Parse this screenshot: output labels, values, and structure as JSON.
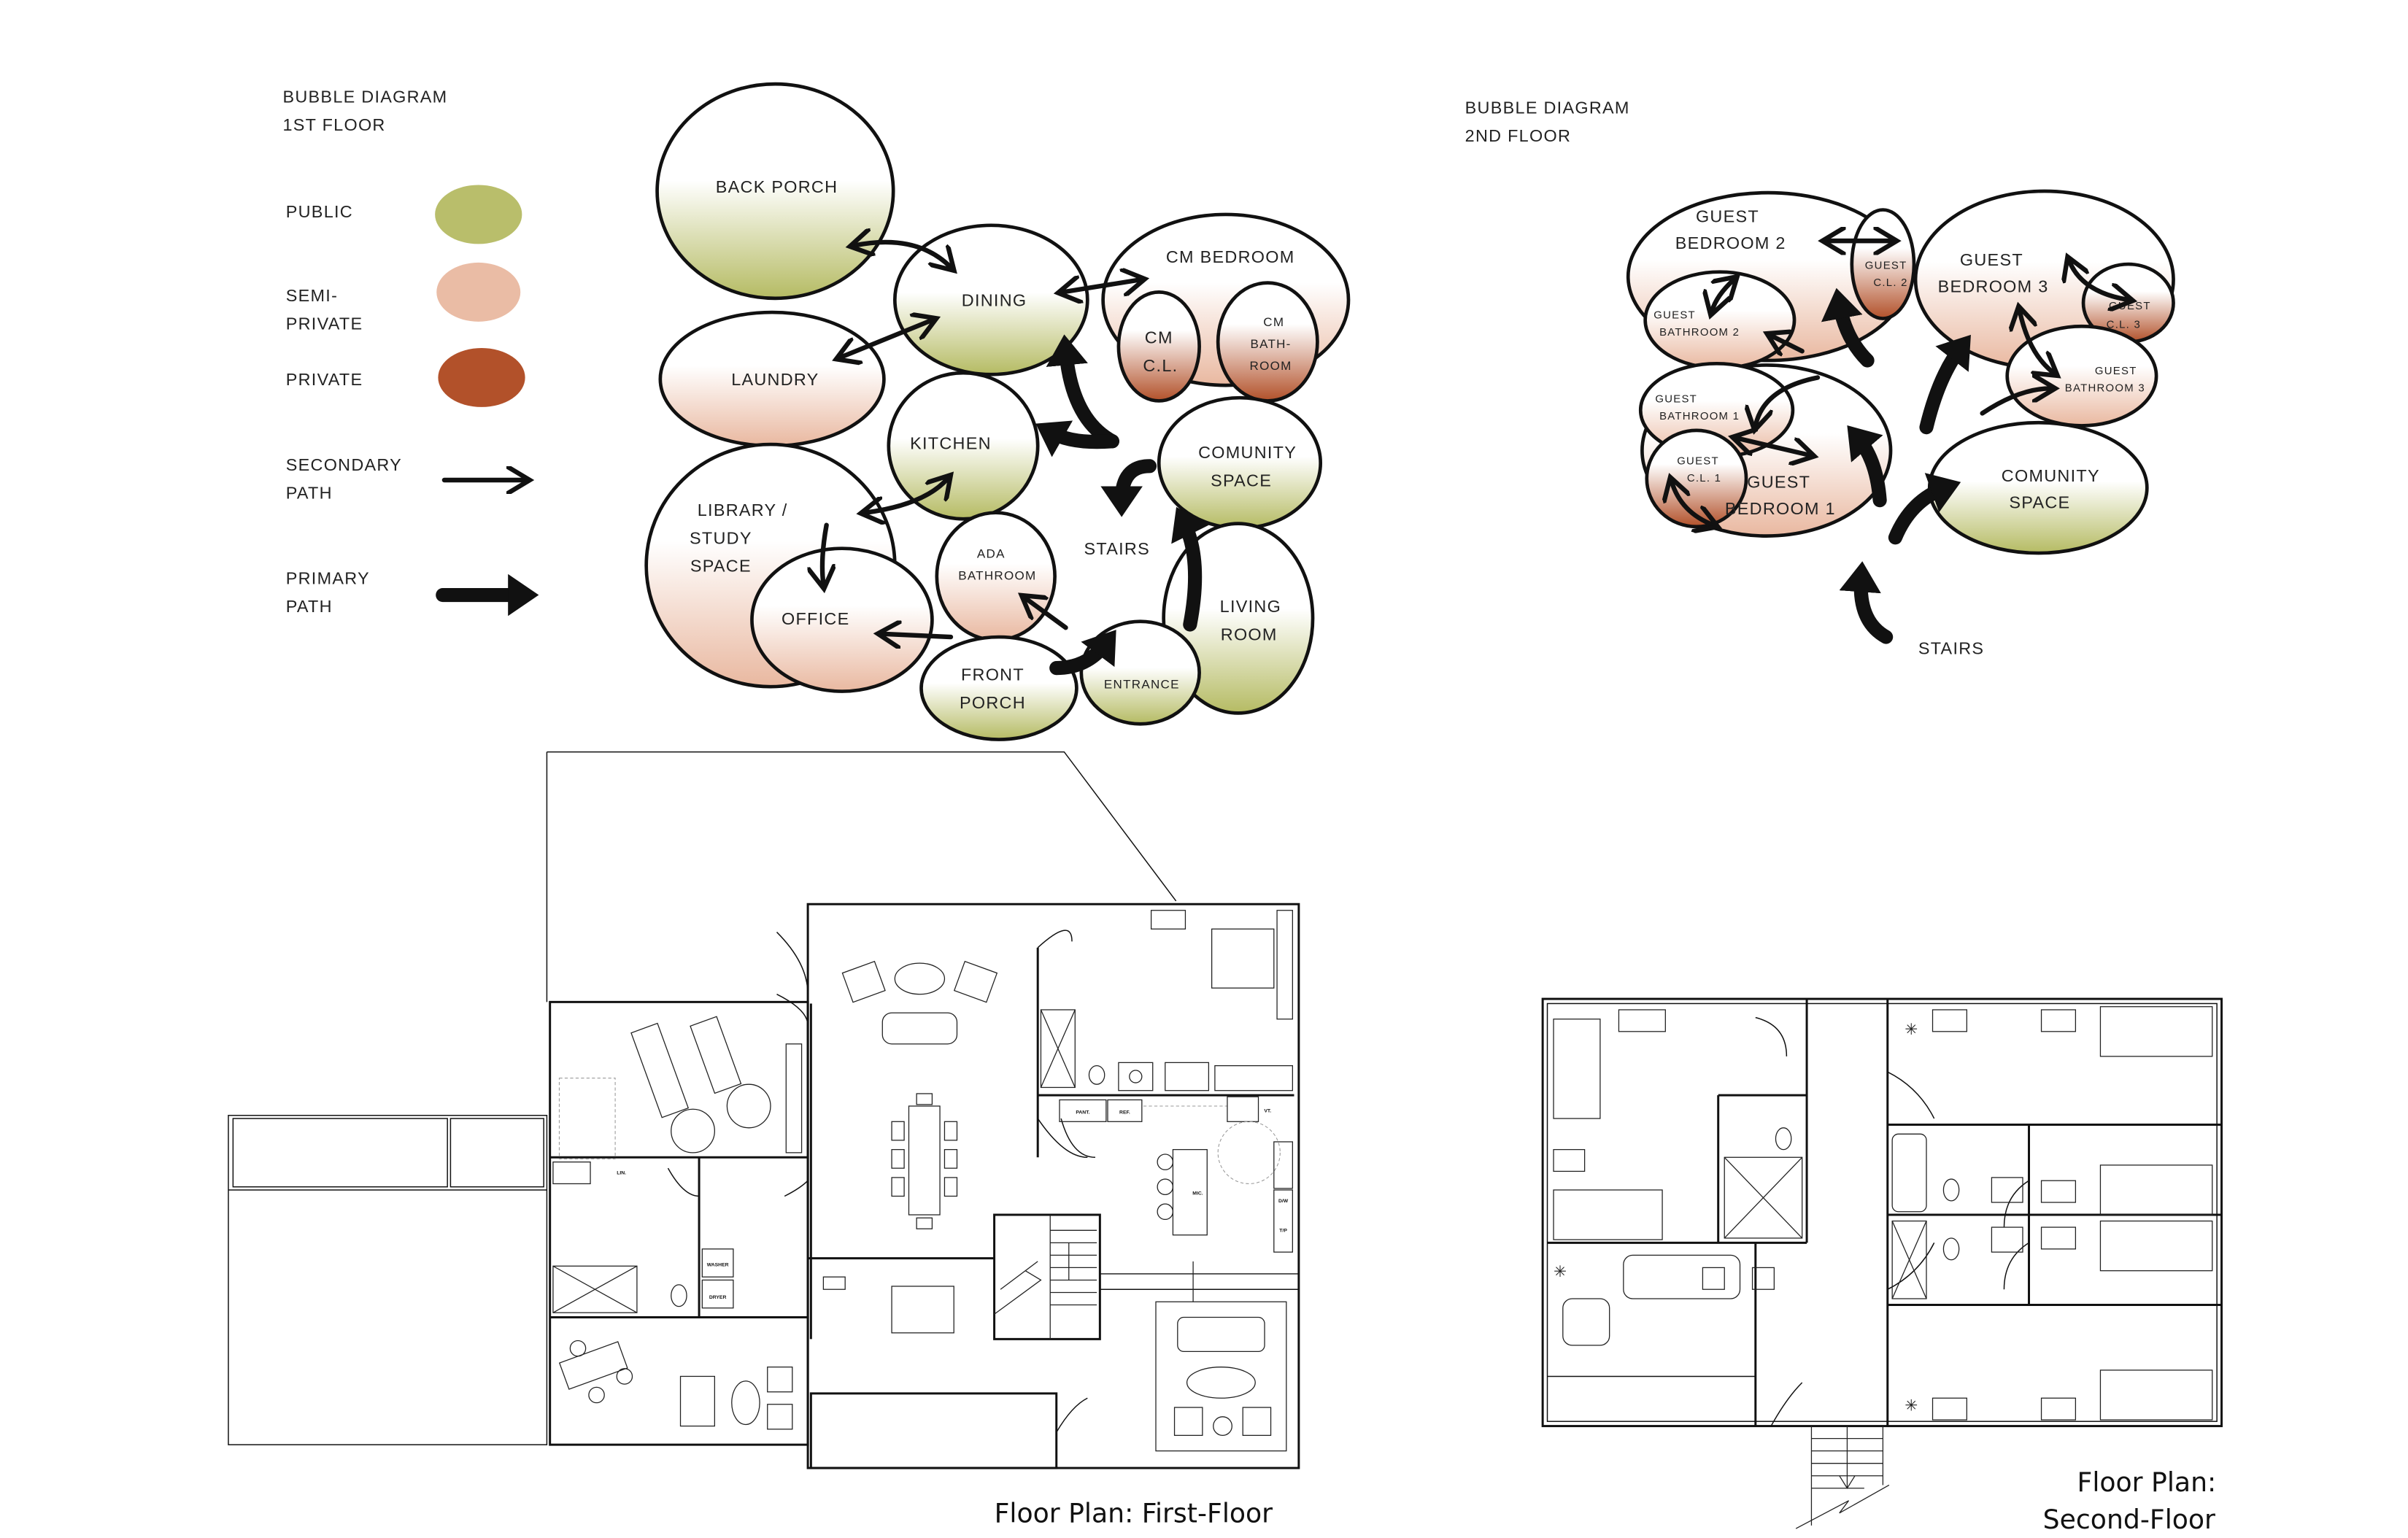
{
  "colors": {
    "public": "#b5bb63",
    "semi_private": "#e9b8a0",
    "private": "#b2512a",
    "line": "#111111"
  },
  "first_floor_diagram": {
    "title_line1": "BUBBLE DIAGRAM",
    "title_line2": "1ST FLOOR",
    "legend": {
      "public": "PUBLIC",
      "semi_private_1": "SEMI-",
      "semi_private_2": "PRIVATE",
      "private": "PRIVATE",
      "secondary_1": "SECONDARY",
      "secondary_2": "PATH",
      "primary_1": "PRIMARY",
      "primary_2": "PATH"
    },
    "bubbles": {
      "back_porch": "BACK PORCH",
      "dining": "DINING",
      "cm_bedroom": "CM BEDROOM",
      "cm_cl_1": "CM",
      "cm_cl_2": "C.L.",
      "cm_bath_1": "CM",
      "cm_bath_2": "BATH-",
      "cm_bath_3": "ROOM",
      "laundry": "LAUNDRY",
      "kitchen": "KITCHEN",
      "community_1": "COMUNITY",
      "community_2": "SPACE",
      "library_1": "LIBRARY /",
      "library_2": "STUDY",
      "library_3": "SPACE",
      "office": "OFFICE",
      "ada_1": "ADA",
      "ada_2": "BATHROOM",
      "stairs": "STAIRS",
      "living_1": "LIVING",
      "living_2": "ROOM",
      "front_porch_1": "FRONT",
      "front_porch_2": "PORCH",
      "entrance": "ENTRANCE"
    }
  },
  "second_floor_diagram": {
    "title_line1": "BUBBLE DIAGRAM",
    "title_line2": "2ND FLOOR",
    "bubbles": {
      "gb2_1": "GUEST",
      "gb2_2": "BEDROOM 2",
      "gcl2_1": "GUEST",
      "gcl2_2": "C.L. 2",
      "gbath2_1": "GUEST",
      "gbath2_2": "BATHROOM 2",
      "gbath1_1": "GUEST",
      "gbath1_2": "BATHROOM 1",
      "gcl1_1": "GUEST",
      "gcl1_2": "C.L. 1",
      "gb1_1": "GUEST",
      "gb1_2": "BEDROOM 1",
      "gb3_1": "GUEST",
      "gb3_2": "BEDROOM 3",
      "gcl3_1": "GUEST",
      "gcl3_2": "C.L. 3",
      "gbath3_1": "GUEST",
      "gbath3_2": "BATHROOM 3",
      "community_1": "COMUNITY",
      "community_2": "SPACE",
      "stairs": "STAIRS"
    }
  },
  "first_floor_plan": {
    "caption": "Floor Plan: First-Floor",
    "labels": {
      "lin": "LIN.",
      "washer": "WASHER",
      "dryer": "DRYER",
      "pant": "PANT.",
      "ref": "REF.",
      "mic": "MIC.",
      "dw": "D/W",
      "tp": "T/P",
      "vt": "VT."
    }
  },
  "second_floor_plan": {
    "caption_line1": "Floor Plan:",
    "caption_line2": "Second-Floor"
  }
}
